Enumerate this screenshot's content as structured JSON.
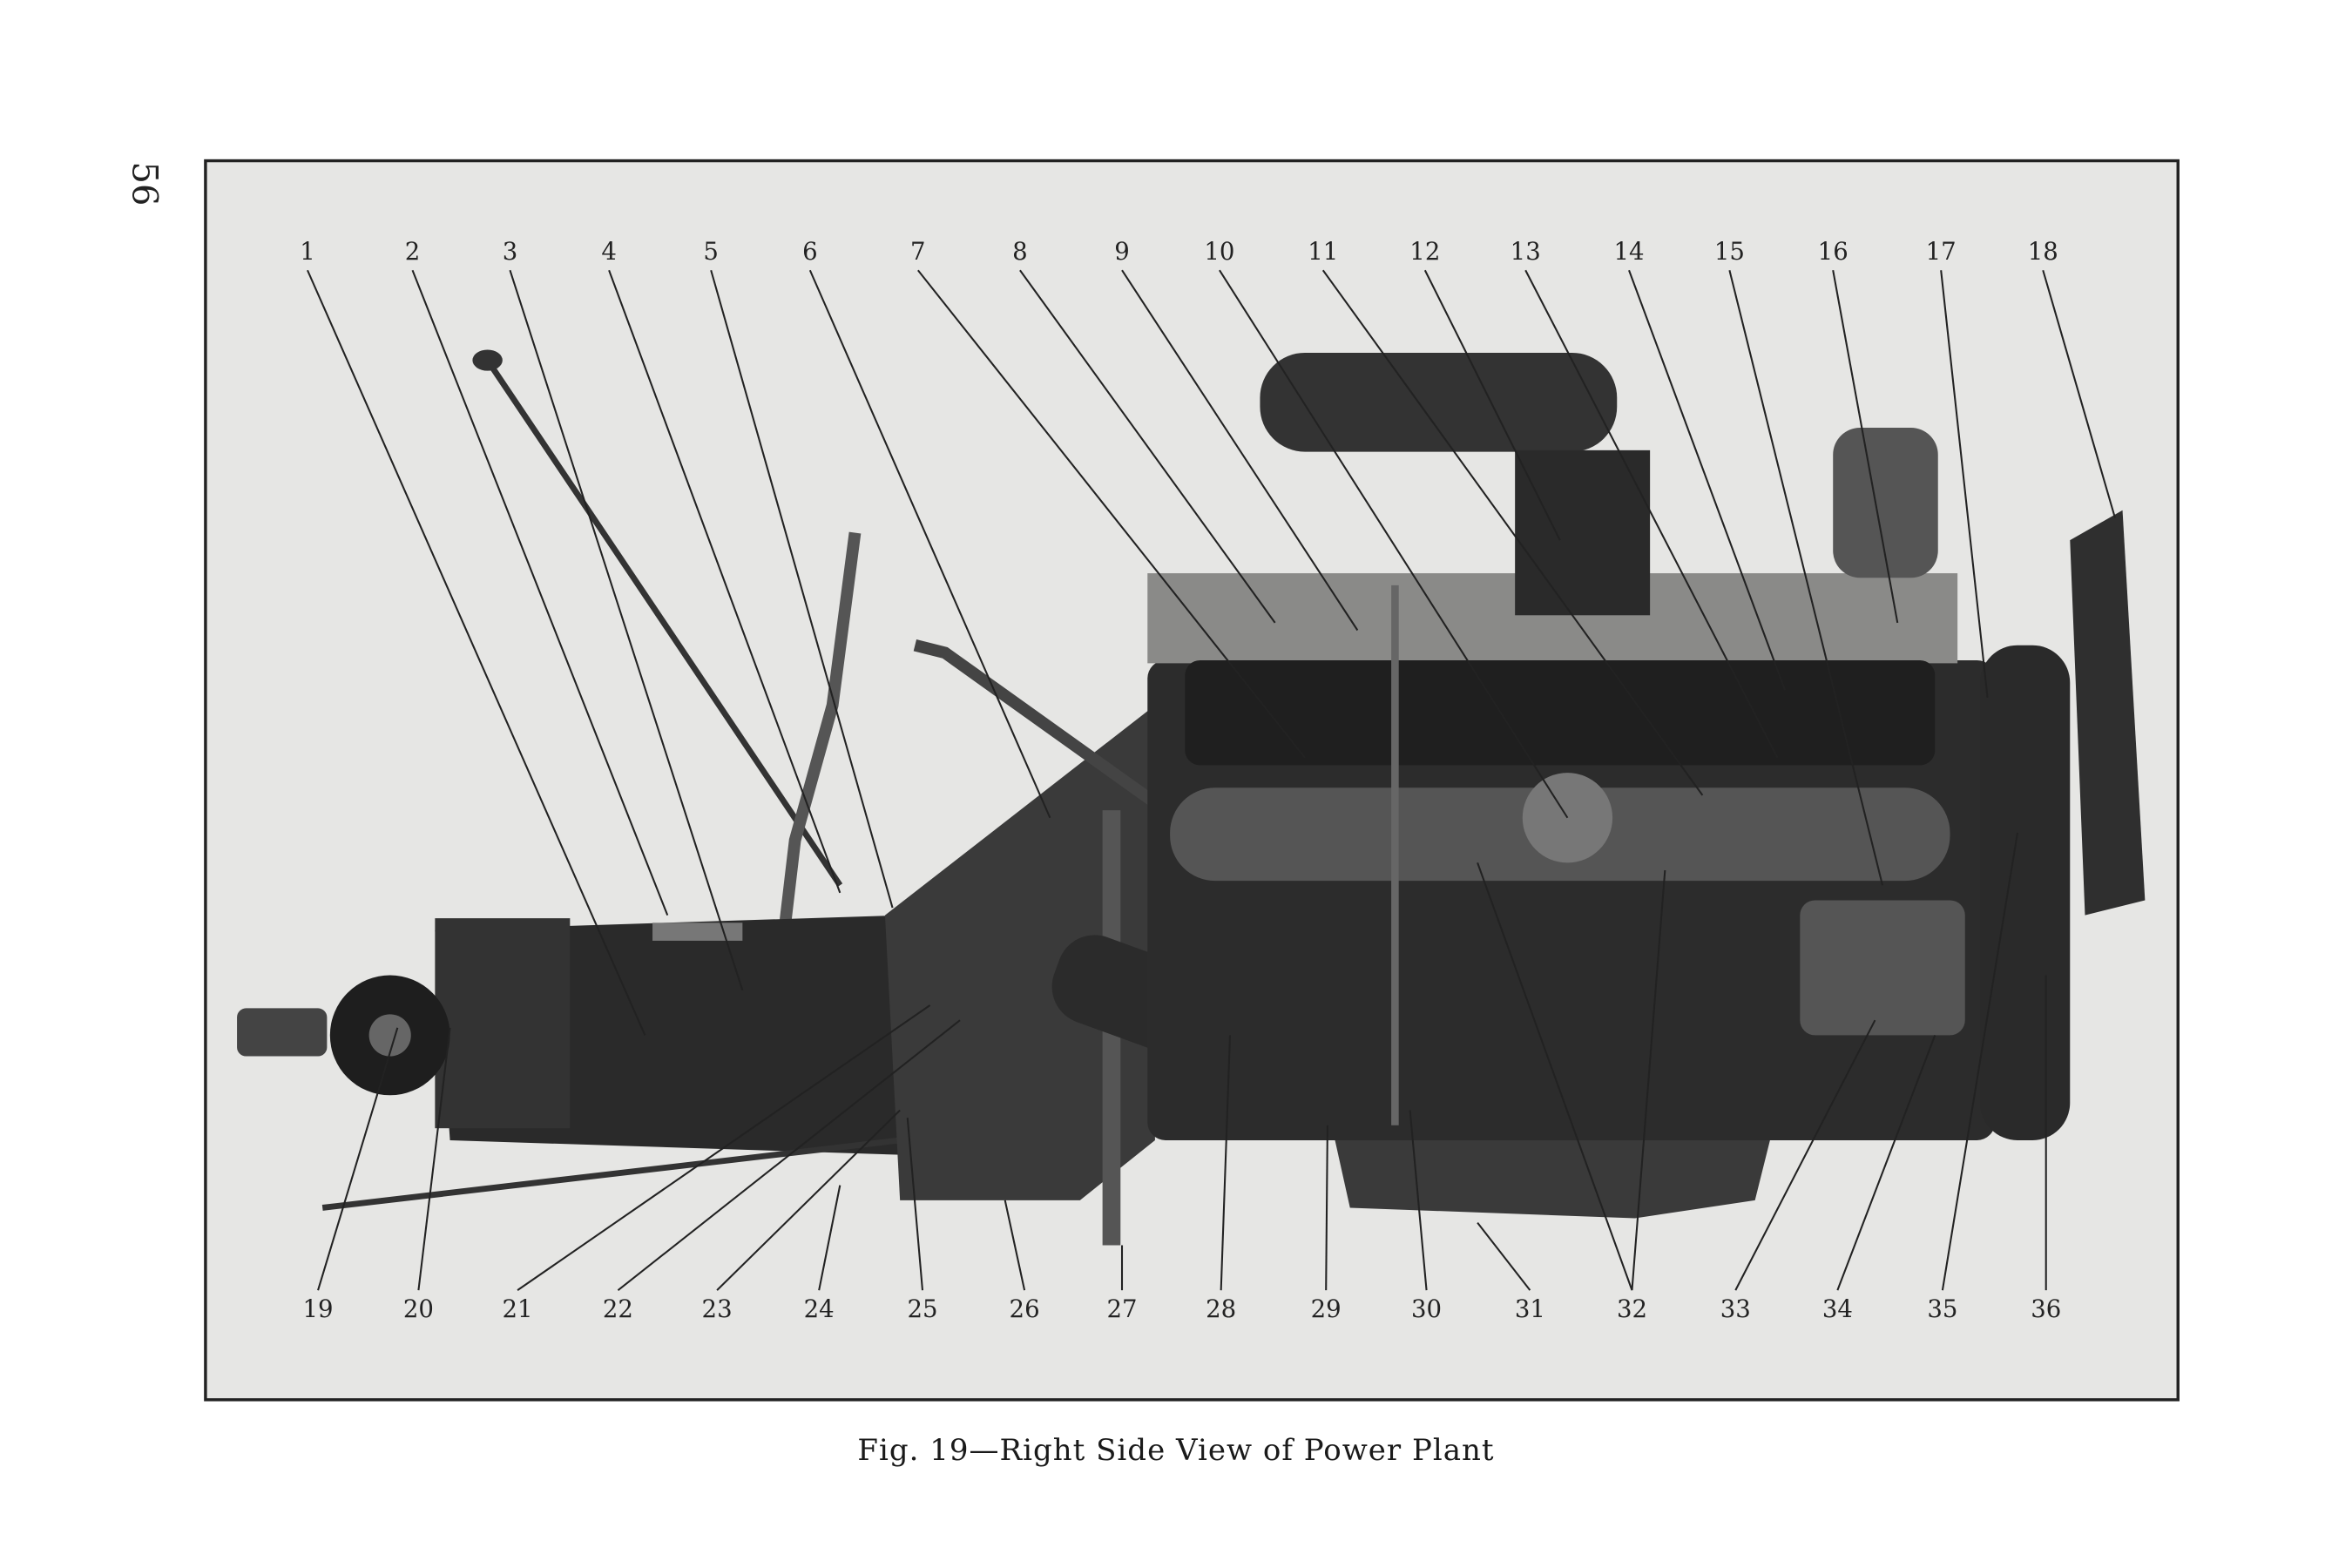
{
  "page_number": "56",
  "figure": {
    "caption": "Fig. 19—Right Side View of Power Plant",
    "top_labels": [
      "1",
      "2",
      "3",
      "4",
      "5",
      "6",
      "7",
      "8",
      "9",
      "10",
      "11",
      "12",
      "13",
      "14",
      "15",
      "16",
      "17",
      "18"
    ],
    "bottom_labels": [
      "19",
      "20",
      "21",
      "22",
      "23",
      "24",
      "25",
      "26",
      "27",
      "28",
      "29",
      "30",
      "31",
      "32",
      "33",
      "34",
      "35",
      "36"
    ]
  }
}
